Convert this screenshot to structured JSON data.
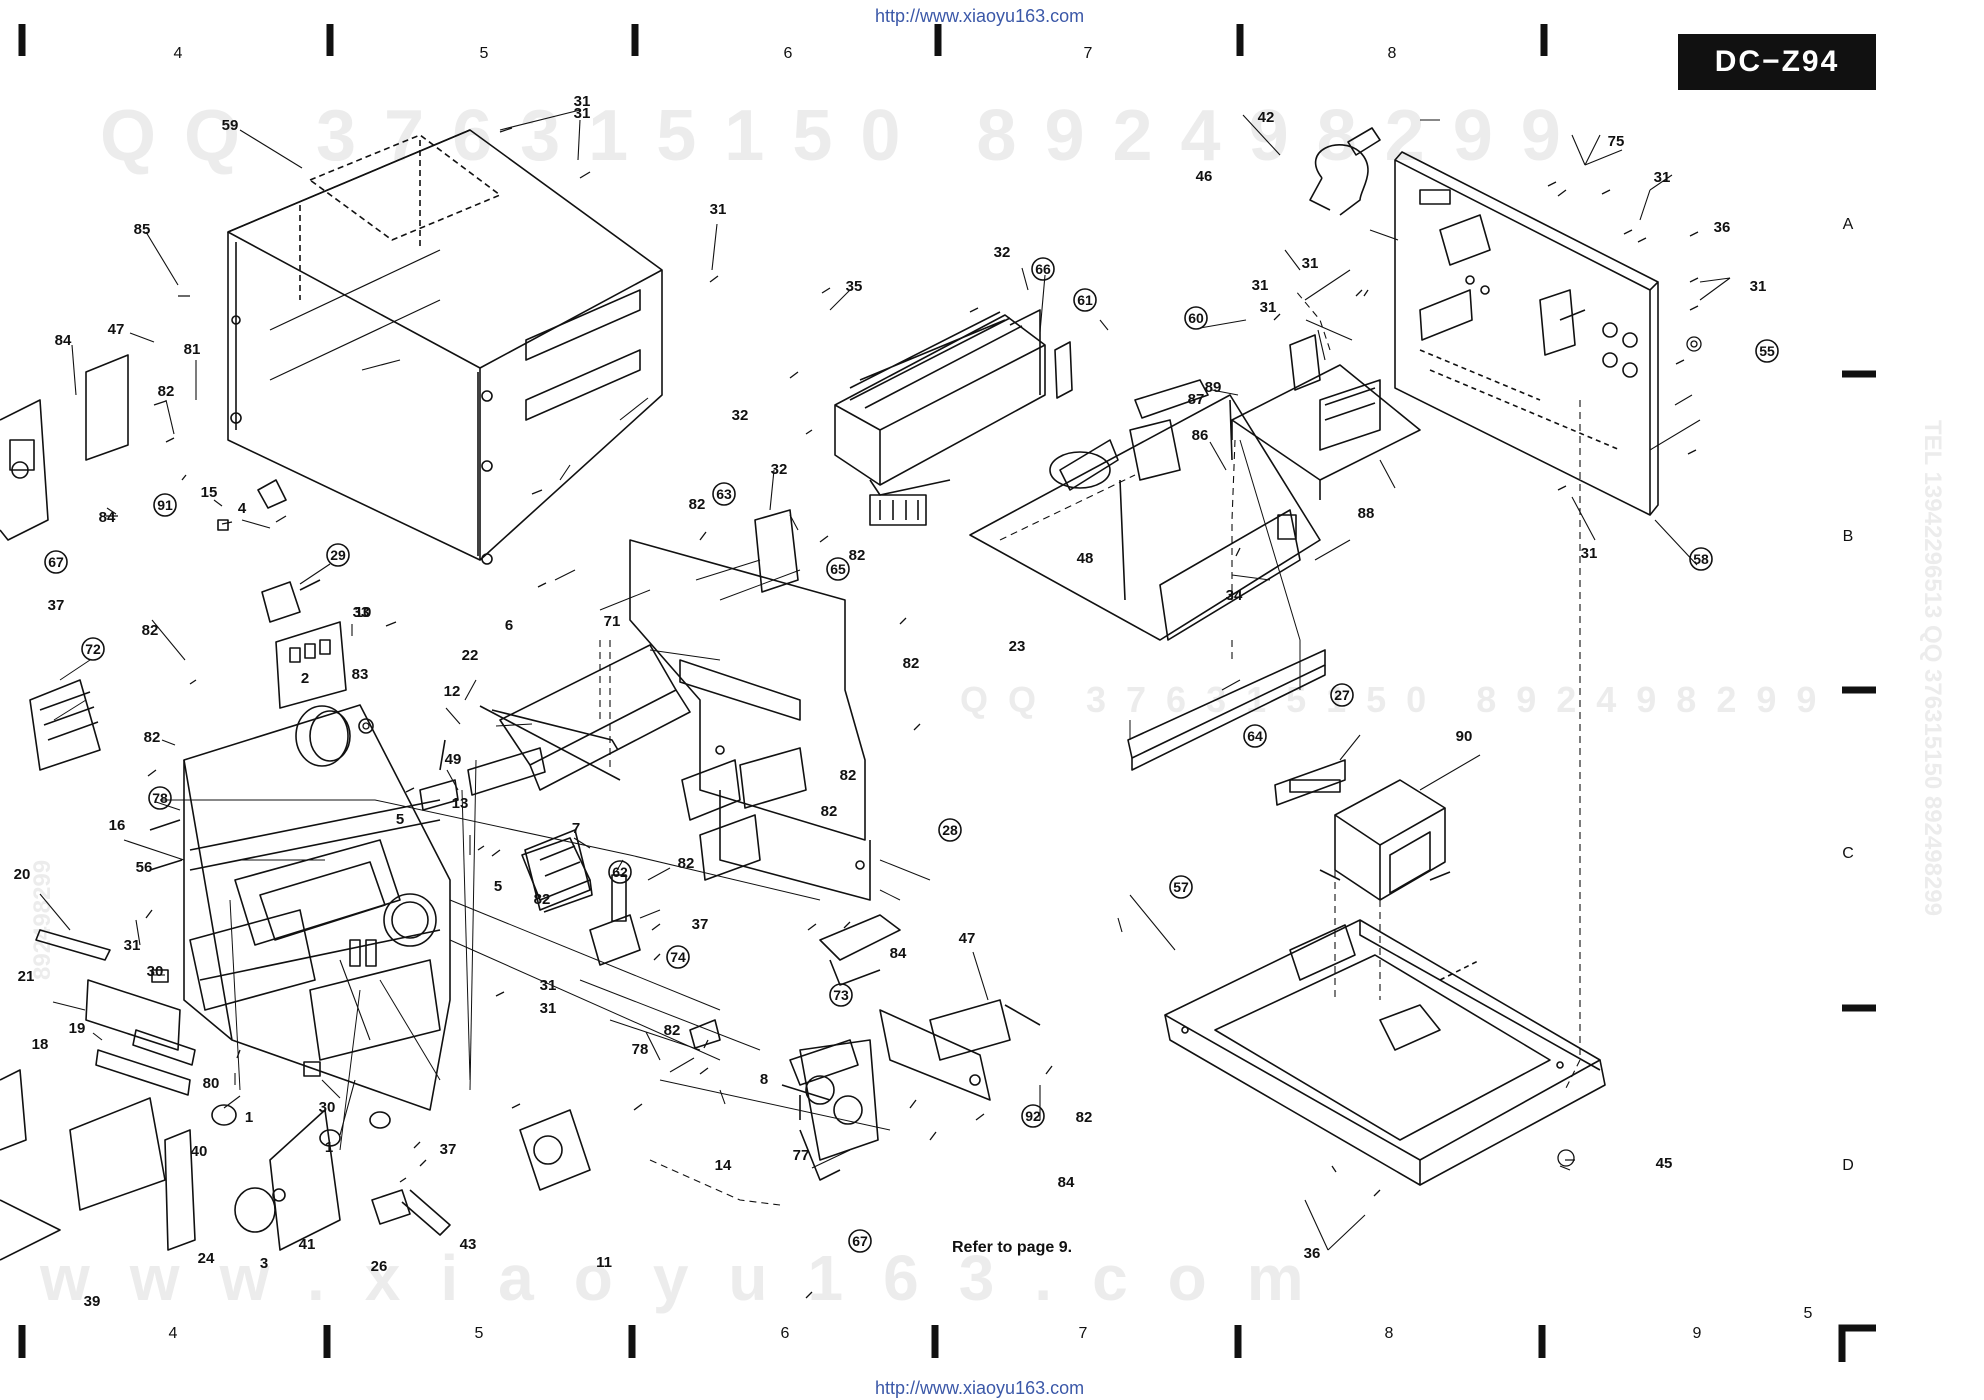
{
  "header": {
    "model_badge": "DC−Z94",
    "source_url_top": "http://www.xiaoyu163.com",
    "source_url_bottom": "http://www.xiaoyu163.com"
  },
  "grid": {
    "top_columns": [
      "4",
      "5",
      "6",
      "7",
      "8"
    ],
    "bottom_columns": [
      "4",
      "5",
      "6",
      "7",
      "8",
      "9"
    ],
    "rows": [
      "A",
      "B",
      "C",
      "D"
    ]
  },
  "page_number": "5",
  "note": "Refer to page 9.",
  "watermarks": {
    "top": "QQ 376315150 892498299",
    "middle": "QQ 376315150 892498299",
    "bottom": "www.xiaoyu163.com",
    "side_right": "TEL 13942296513 QQ 376315150 892498299",
    "side_left": "892498299"
  },
  "part_labels": {
    "plain": [
      "59",
      "31",
      "31",
      "31",
      "85",
      "47",
      "84",
      "81",
      "82",
      "84",
      "15",
      "4",
      "37",
      "33",
      "82",
      "10",
      "2",
      "83",
      "82",
      "16",
      "56",
      "20",
      "31",
      "21",
      "30",
      "19",
      "18",
      "80",
      "1",
      "30",
      "1",
      "3",
      "41",
      "37",
      "26",
      "43",
      "24",
      "39",
      "40",
      "6",
      "22",
      "12",
      "49",
      "13",
      "5",
      "5",
      "7",
      "82",
      "37",
      "31",
      "31",
      "11",
      "82",
      "82",
      "78",
      "8",
      "14",
      "84",
      "47",
      "77",
      "82",
      "84",
      "35",
      "32",
      "32",
      "32",
      "82",
      "82",
      "82",
      "71",
      "82",
      "82",
      "42",
      "46",
      "31",
      "31",
      "31",
      "86",
      "87",
      "89",
      "88",
      "75",
      "31",
      "31",
      "31",
      "36",
      "48",
      "34",
      "23",
      "90",
      "45",
      "36"
    ],
    "circled": [
      "91",
      "67",
      "72",
      "29",
      "78",
      "62",
      "74",
      "73",
      "28",
      "92",
      "67",
      "63",
      "65",
      "66",
      "61",
      "60",
      "58",
      "55",
      "64",
      "27",
      "57"
    ]
  },
  "colors": {
    "ink": "#111111",
    "badge_bg": "#111111",
    "badge_text": "#ffffff",
    "url_text": "#3b58a8",
    "watermark": "#ececec"
  }
}
